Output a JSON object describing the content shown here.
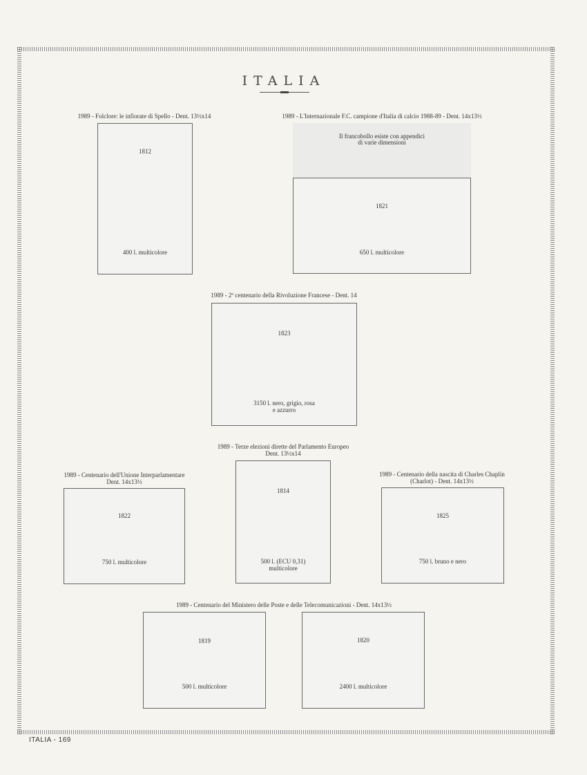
{
  "page": {
    "title": "ITALIA",
    "footer": "ITALIA - 169"
  },
  "sets": [
    {
      "header": [
        "1989 - Folclore: le infiorate di Spello - Dent. 13½x14"
      ],
      "stamps": [
        {
          "number": "1812",
          "value": [
            "400 l. multicolore"
          ]
        }
      ]
    },
    {
      "header": [
        "1989 - L'Internazionale F.C. campione d'Italia di calcio 1988-89 - Dent. 14x13½"
      ],
      "note": [
        "Il francobollo esiste con appendici",
        "di varie dimensioni"
      ],
      "stamps": [
        {
          "number": "1821",
          "value": [
            "650 l. multicolore"
          ]
        }
      ]
    },
    {
      "header": [
        "1989 - 2º centenario della Rivoluzione Francese - Dent. 14"
      ],
      "stamps": [
        {
          "number": "1823",
          "value": [
            "3150 l. nero, grigio, rosa",
            "e azzurro"
          ]
        }
      ]
    },
    {
      "header": [
        "1989 - Terze elezioni dirette del Parlamento Europeo",
        "Dent. 13½x14"
      ],
      "stamps": [
        {
          "number": "1814",
          "value": [
            "500 l. (ECU 0,31)",
            "multicolore"
          ]
        }
      ]
    },
    {
      "header": [
        "1989 - Centenario dell'Unione Interparlamentare",
        "Dent. 14x13½"
      ],
      "stamps": [
        {
          "number": "1822",
          "value": [
            "750 l. multicolore"
          ]
        }
      ]
    },
    {
      "header": [
        "1989 - Centenario della nascita di Charles Chaplin",
        "(Charlot) - Dent. 14x13½"
      ],
      "stamps": [
        {
          "number": "1825",
          "value": [
            "750 l. bruno e nero"
          ]
        }
      ]
    },
    {
      "header": [
        "1989 - Centenario del Ministero delle Poste e delle Telecomunicazioni - Dent. 14x13½"
      ],
      "stamps": [
        {
          "number": "1819",
          "value": [
            "500 l. multicolore"
          ]
        },
        {
          "number": "1820",
          "value": [
            "2400 l. multicolore"
          ]
        }
      ]
    }
  ]
}
